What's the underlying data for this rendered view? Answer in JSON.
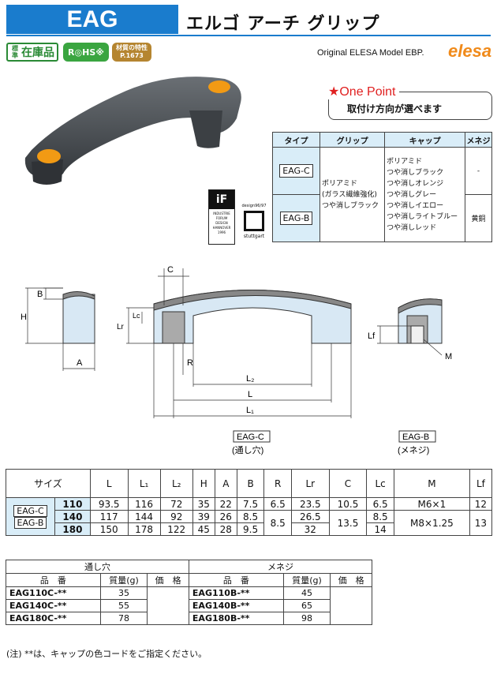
{
  "header": {
    "code": "EAG",
    "title": "エルゴ アーチ グリップ",
    "badge_stock_small": "標準",
    "badge_stock": "在庫品",
    "badge_rohs": "R◎HS※",
    "badge_material_1": "材質の特性",
    "badge_material_2": "P.1673",
    "original": "Original ELESA Model EBP.",
    "logo": "elesa"
  },
  "one_point": {
    "title": "★One Point",
    "text": "取付け方向が選べます"
  },
  "spec_table": {
    "headers": [
      "タイプ",
      "グリップ",
      "キャップ",
      "メネジ"
    ],
    "type_c": "EAG-C",
    "type_b": "EAG-B",
    "grip_lines": [
      "ポリアミド",
      "(ガラス繊維強化)",
      "つや消しブラック"
    ],
    "cap_lines": [
      "ポリアミド",
      "つや消しブラック",
      "つや消しオレンジ",
      "つや消しグレー",
      "つや消しイエロー",
      "つや消しライトブルー",
      "つや消しレッド"
    ],
    "female_c": "-",
    "female_b": "黄銅"
  },
  "awards": {
    "forum_lines": [
      "INDUSTRIE",
      "FORUM",
      "DESIGN",
      "HANNOVER",
      "1996"
    ],
    "stuttgart_top": "design96/97",
    "stuttgart_bottom": "stuttgart"
  },
  "drawing_labels": {
    "H": "H",
    "B": "B",
    "A": "A",
    "C": "C",
    "Lc": "Lc",
    "Lr": "Lr",
    "R": "R",
    "L2": "L₂",
    "L": "L",
    "L1": "L₁",
    "Lf": "Lf",
    "M": "M",
    "type_c": "EAG-C",
    "type_c_note": "(通し穴)",
    "type_b": "EAG-B",
    "type_b_note": "(メネジ)"
  },
  "dims_table": {
    "headers": [
      "サイズ",
      "L",
      "L₁",
      "L₂",
      "H",
      "A",
      "B",
      "R",
      "Lr",
      "C",
      "Lc",
      "M",
      "Lf"
    ],
    "type_c": "EAG-C",
    "type_b": "EAG-B",
    "rows": [
      {
        "size": "110",
        "L": "93.5",
        "L1": "116",
        "L2": "72",
        "H": "35",
        "A": "22",
        "B": "7.5",
        "R": "6.5",
        "Lr": "23.5",
        "C": "10.5",
        "Lc": "6.5",
        "M": "M6×1",
        "Lf": "12"
      },
      {
        "size": "140",
        "L": "117",
        "L1": "144",
        "L2": "92",
        "H": "39",
        "A": "26",
        "B": "8.5",
        "R": "8.5",
        "Lr": "26.5",
        "C": "13.5",
        "Lc": "8.5",
        "M": "M8×1.25",
        "Lf": "13"
      },
      {
        "size": "180",
        "L": "150",
        "L1": "178",
        "L2": "122",
        "H": "45",
        "A": "28",
        "B": "9.5",
        "Lr": "32",
        "Lc": "14"
      }
    ]
  },
  "price_table": {
    "group_c": "通し穴",
    "group_b": "メネジ",
    "col_part": "品　番",
    "col_mass": "質量(g)",
    "col_price": "価　格",
    "rows_c": [
      {
        "part": "EAG110C-**",
        "mass": "35"
      },
      {
        "part": "EAG140C-**",
        "mass": "55"
      },
      {
        "part": "EAG180C-**",
        "mass": "78"
      }
    ],
    "rows_b": [
      {
        "part": "EAG110B-**",
        "mass": "45"
      },
      {
        "part": "EAG140B-**",
        "mass": "65"
      },
      {
        "part": "EAG180B-**",
        "mass": "98"
      }
    ]
  },
  "note": "(注) **は、キャップの色コードをご指定ください。",
  "colors": {
    "accent": "#1a7ccd",
    "light_blue": "#d9edf8",
    "orange": "#f08a1a"
  }
}
